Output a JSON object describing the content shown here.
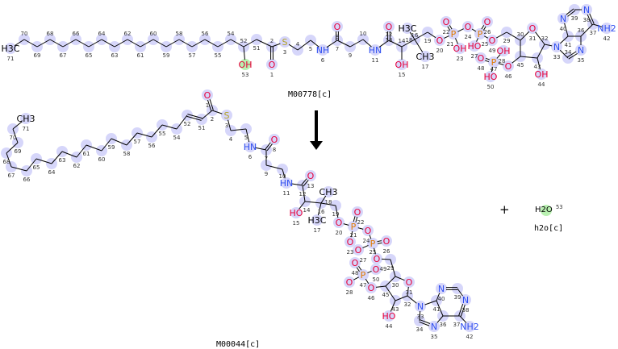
{
  "reaction": {
    "substrate_id": "M00778[c]",
    "product_id": "M00044[c]",
    "plus": "+",
    "water_formula": "H2O",
    "water_atom_number": "53",
    "water_id": "h2o[c]"
  },
  "colors": {
    "O": "#e8003a",
    "N": "#2f4ff0",
    "P": "#e07a00",
    "S": "#b3a228",
    "highlight": "#d6d6fa",
    "water_highlight": "#b8f0b0"
  },
  "molecules": {
    "top": {
      "atoms": {
        "71": "H3C",
        "70": "",
        "69": "",
        "68": "",
        "67": "",
        "66": "",
        "65": "",
        "64": "",
        "63": "",
        "62": "",
        "61": "",
        "60": "",
        "59": "",
        "58": "",
        "57": "",
        "56": "",
        "55": "",
        "54": "",
        "52": "",
        "51": "",
        "53": "OH",
        "2": "",
        "1": "O",
        "3": "S",
        "4": "",
        "5": "",
        "6": "NH",
        "7": "",
        "8": "O",
        "9": "",
        "10": "",
        "11": "HN",
        "12": "",
        "13": "O",
        "14": "",
        "15": "OH",
        "16": "",
        "18": "H3C",
        "17": "CH3",
        "19": "",
        "20": "O",
        "21": "P",
        "22": "O",
        "23": "OH",
        "24": "O",
        "25": "P",
        "26": "O",
        "27": "HO",
        "49": "O",
        "29": "",
        "30": "",
        "31": "O",
        "32": "",
        "33": "N",
        "34": "",
        "35": "N",
        "36": "",
        "41": "",
        "40": "N",
        "39": "",
        "38": "N",
        "37": "",
        "42": "NH2",
        "45": "",
        "43": "",
        "44": "OH",
        "46": "O",
        "47": "P",
        "48": "O",
        "28": "OH",
        "50": "HO"
      }
    },
    "bottom": {
      "atoms": {
        "1": "O",
        "2": "",
        "51": "",
        "52": "",
        "54": "",
        "55": "",
        "56": "",
        "57": "",
        "58": "",
        "59": "",
        "60": "",
        "61": "",
        "62": "",
        "63": "",
        "64": "",
        "65": "",
        "66": "",
        "67": "",
        "68": "",
        "69": "",
        "70": "",
        "71": "CH3",
        "3": "S",
        "4": "",
        "5": "",
        "6": "HN",
        "7": "",
        "8": "O",
        "9": "",
        "10": "",
        "11": "HN",
        "12": "",
        "13": "O",
        "14": "",
        "15": "HO",
        "16": "",
        "18": "CH3",
        "17": "H3C",
        "19": "",
        "20": "O",
        "21": "P",
        "22": "O",
        "24": "O",
        "23": "O",
        "25": "P",
        "26": "O",
        "27": "O",
        "49": "O",
        "29": "",
        "30": "",
        "31": "O",
        "32": "",
        "45": "",
        "43": "",
        "44": "HO",
        "46": "O",
        "47": "P",
        "48": "O",
        "50": "O",
        "28": "O",
        "33": "N",
        "34": "",
        "35": "N",
        "36": "",
        "41": "",
        "40": "N",
        "39": "",
        "38": "N",
        "37": "",
        "42": "NH2"
      }
    }
  }
}
